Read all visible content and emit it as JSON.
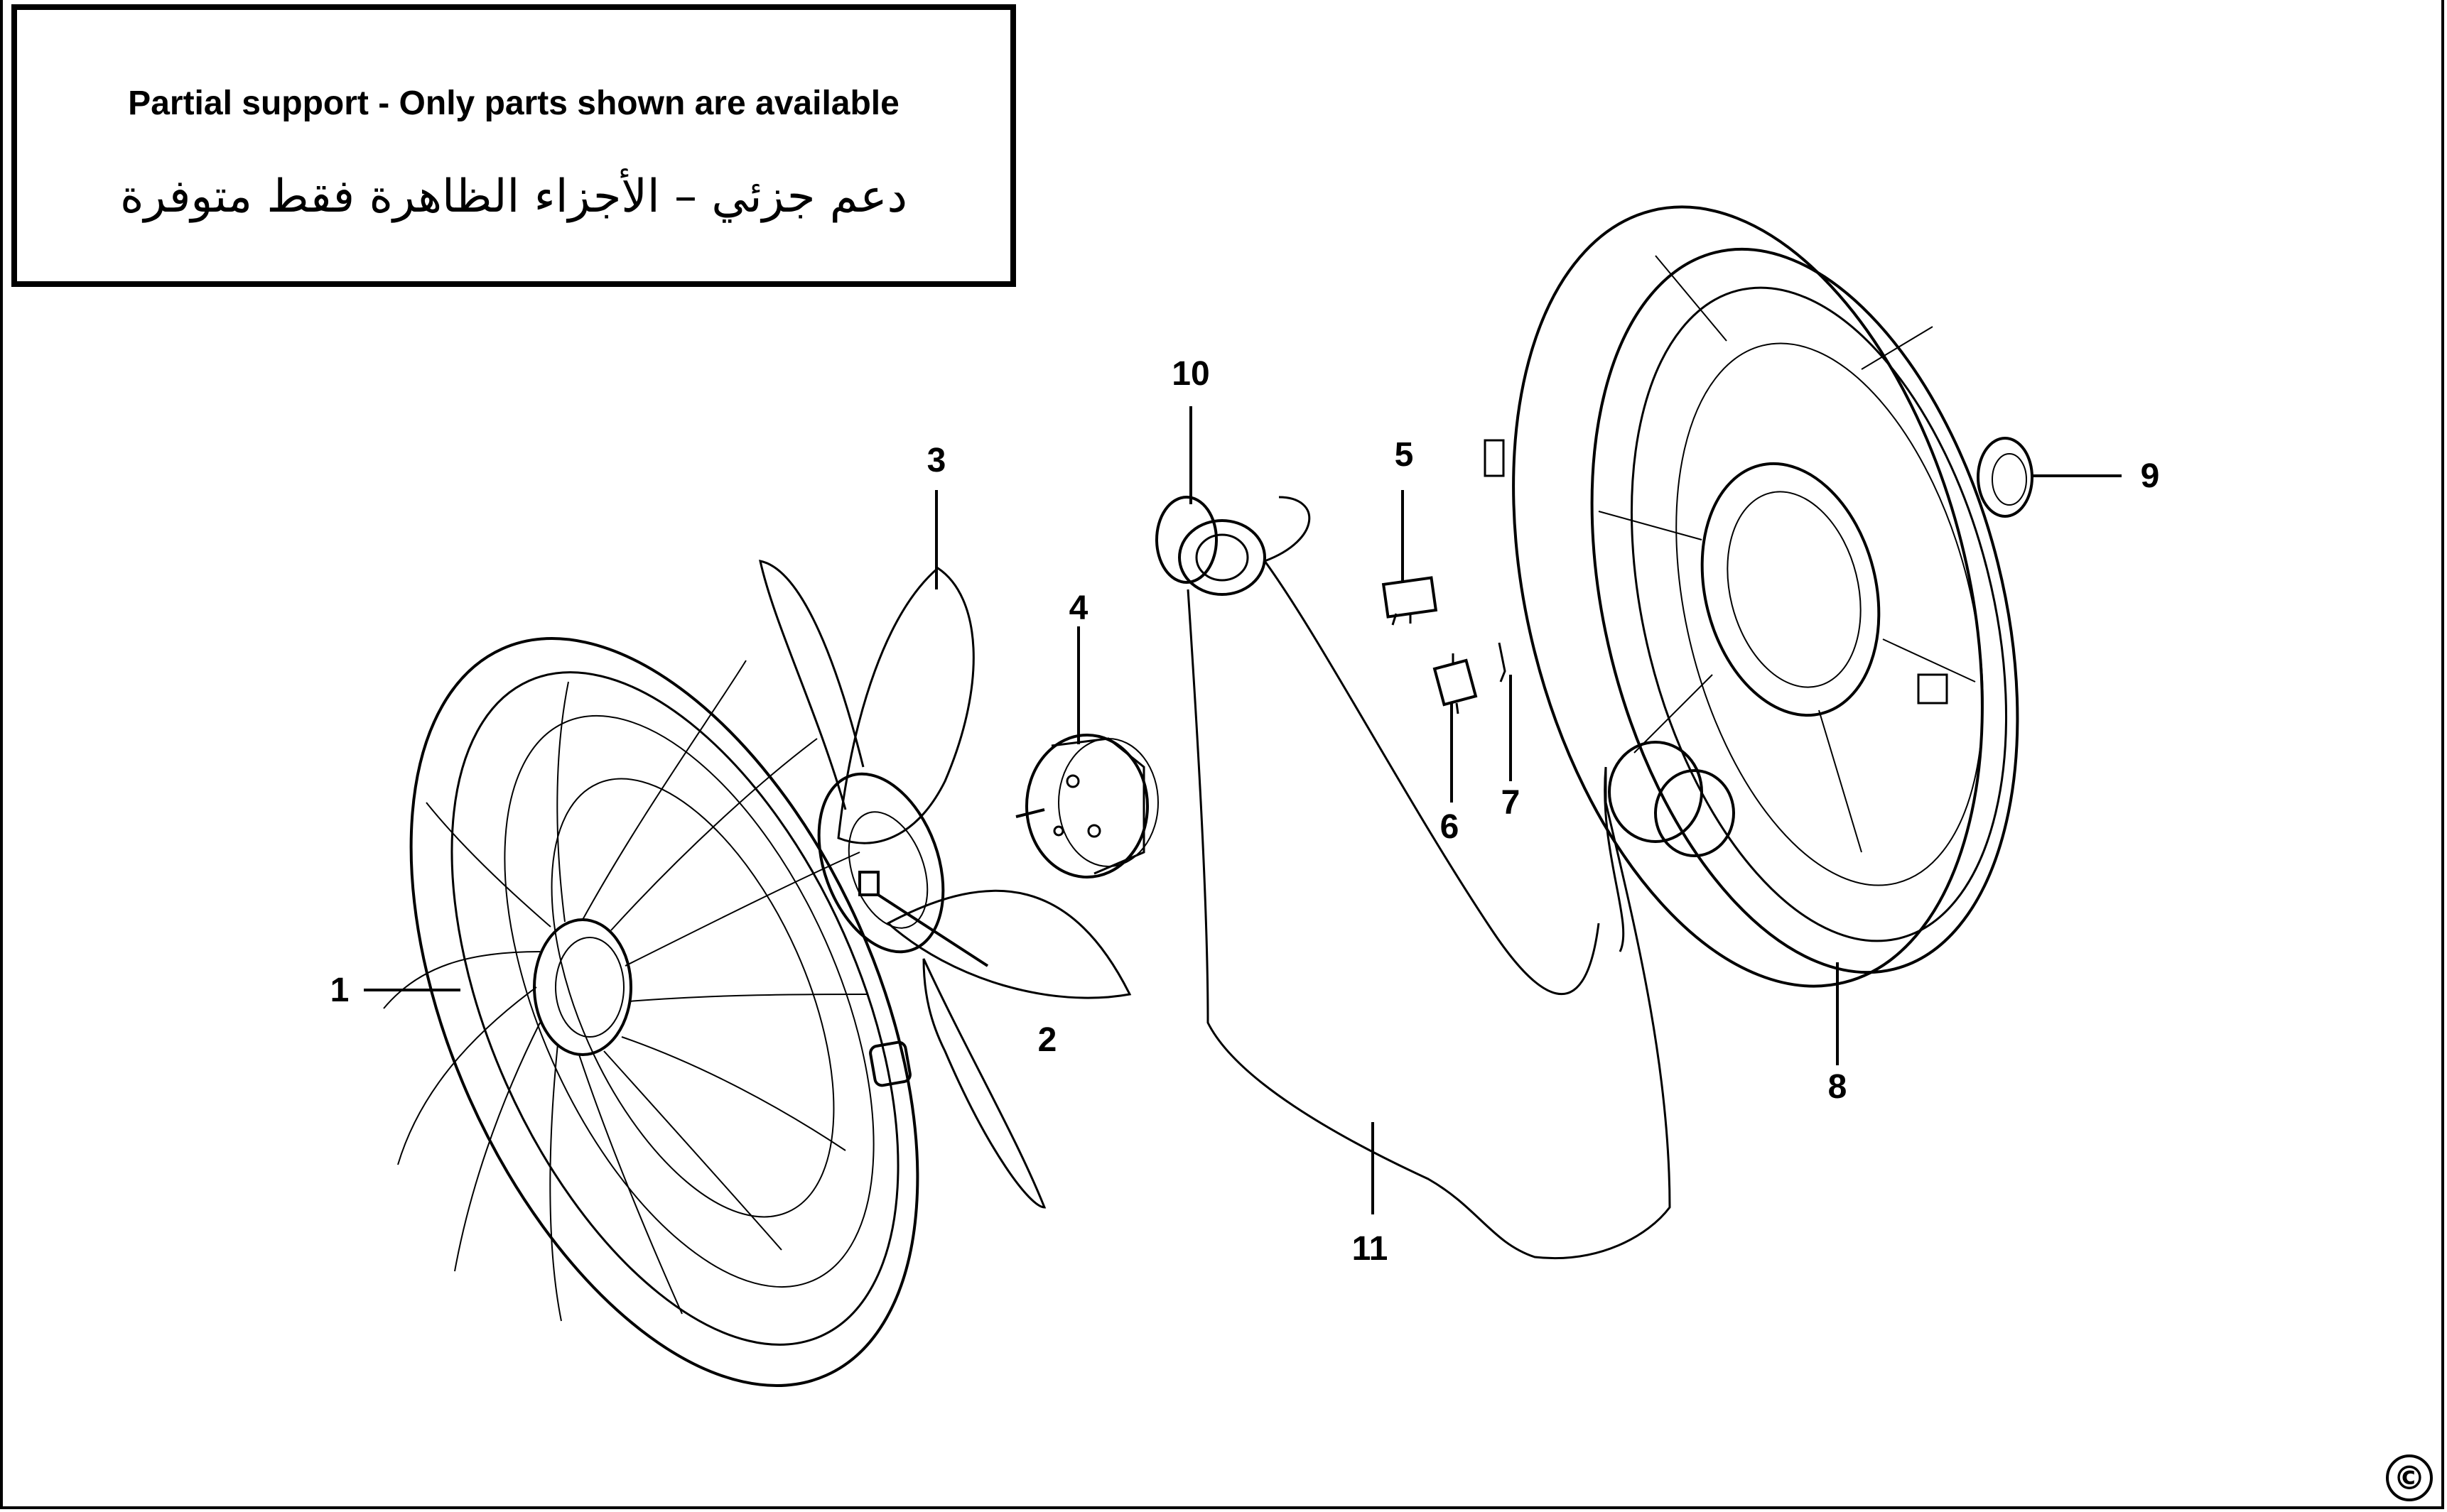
{
  "notice": {
    "english": "Partial support - Only parts shown are available",
    "arabic": "دعم جزئي – الأجزاء الظاهرة فقط متوفرة"
  },
  "parts": [
    {
      "number": "1",
      "part": "front-guard"
    },
    {
      "number": "2",
      "part": "blade-nut"
    },
    {
      "number": "3",
      "part": "fan-blade"
    },
    {
      "number": "4",
      "part": "motor"
    },
    {
      "number": "5",
      "part": "capacitor"
    },
    {
      "number": "6",
      "part": "switch"
    },
    {
      "number": "7",
      "part": "wire"
    },
    {
      "number": "8",
      "part": "rear-guard"
    },
    {
      "number": "9",
      "part": "rear-cap"
    },
    {
      "number": "10",
      "part": "bushing"
    },
    {
      "number": "11",
      "part": "stand"
    }
  ],
  "copyright_symbol": "©",
  "colors": {
    "line": "#000000",
    "background": "#ffffff"
  }
}
